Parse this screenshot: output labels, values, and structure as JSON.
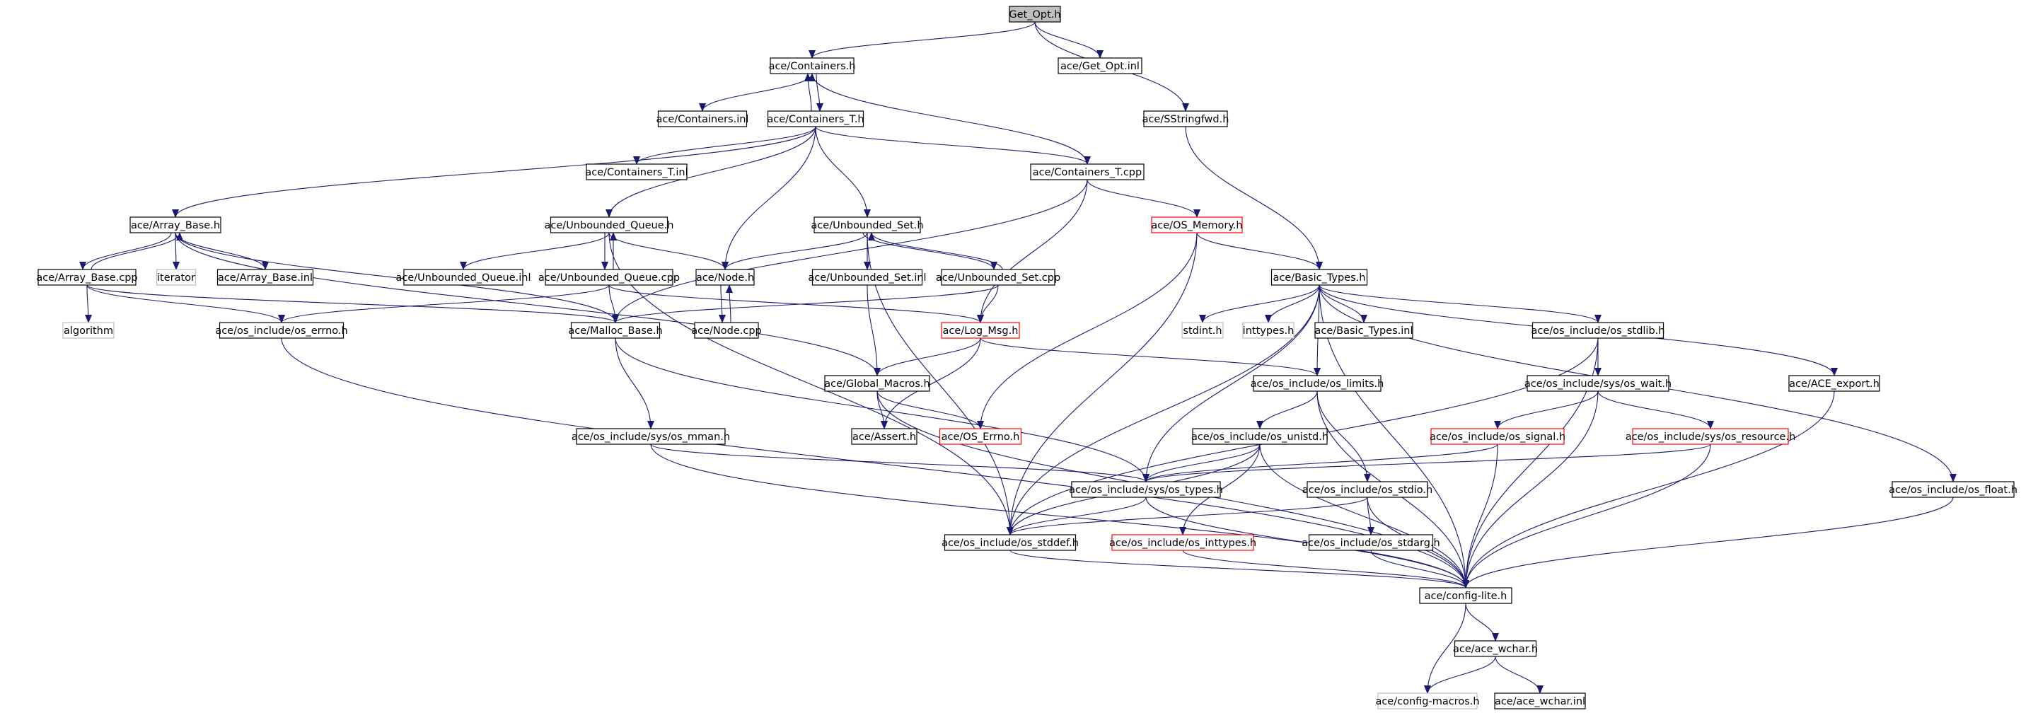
{
  "colors": {
    "edge": "#191970",
    "border_normal": "#000000",
    "border_truncated": "#ff0000",
    "border_external": "#bfbfbf",
    "fill_normal": "#ffffff",
    "fill_root": "#bfbfbf",
    "text": "#000000"
  },
  "nodes": [
    {
      "id": "get_opt_h",
      "label": "Get_Opt.h",
      "kind": "root"
    },
    {
      "id": "containers_h",
      "label": "ace/Containers.h",
      "kind": "normal"
    },
    {
      "id": "get_opt_inl",
      "label": "ace/Get_Opt.inl",
      "kind": "normal"
    },
    {
      "id": "containers_inl",
      "label": "ace/Containers.inl",
      "kind": "normal"
    },
    {
      "id": "containers_t_h",
      "label": "ace/Containers_T.h",
      "kind": "normal"
    },
    {
      "id": "sstringfwd_h",
      "label": "ace/SStringfwd.h",
      "kind": "normal"
    },
    {
      "id": "containers_t_inl",
      "label": "ace/Containers_T.inl",
      "kind": "normal"
    },
    {
      "id": "containers_t_cpp",
      "label": "ace/Containers_T.cpp",
      "kind": "normal"
    },
    {
      "id": "array_base_h",
      "label": "ace/Array_Base.h",
      "kind": "normal"
    },
    {
      "id": "unbounded_queue_h",
      "label": "ace/Unbounded_Queue.h",
      "kind": "normal"
    },
    {
      "id": "unbounded_set_h",
      "label": "ace/Unbounded_Set.h",
      "kind": "normal"
    },
    {
      "id": "os_memory_h",
      "label": "ace/OS_Memory.h",
      "kind": "truncated"
    },
    {
      "id": "array_base_cpp",
      "label": "ace/Array_Base.cpp",
      "kind": "normal"
    },
    {
      "id": "iterator",
      "label": "iterator",
      "kind": "external"
    },
    {
      "id": "array_base_inl",
      "label": "ace/Array_Base.inl",
      "kind": "normal"
    },
    {
      "id": "unbounded_queue_inl",
      "label": "ace/Unbounded_Queue.inl",
      "kind": "normal"
    },
    {
      "id": "unbounded_queue_cpp",
      "label": "ace/Unbounded_Queue.cpp",
      "kind": "normal"
    },
    {
      "id": "node_h",
      "label": "ace/Node.h",
      "kind": "normal"
    },
    {
      "id": "unbounded_set_inl",
      "label": "ace/Unbounded_Set.inl",
      "kind": "normal"
    },
    {
      "id": "unbounded_set_cpp",
      "label": "ace/Unbounded_Set.cpp",
      "kind": "normal"
    },
    {
      "id": "basic_types_h",
      "label": "ace/Basic_Types.h",
      "kind": "normal"
    },
    {
      "id": "algorithm",
      "label": "algorithm",
      "kind": "external"
    },
    {
      "id": "os_errno_h",
      "label": "ace/os_include/os_errno.h",
      "kind": "normal"
    },
    {
      "id": "malloc_base_h",
      "label": "ace/Malloc_Base.h",
      "kind": "normal"
    },
    {
      "id": "node_cpp",
      "label": "ace/Node.cpp",
      "kind": "normal"
    },
    {
      "id": "log_msg_h",
      "label": "ace/Log_Msg.h",
      "kind": "truncated"
    },
    {
      "id": "stdint_h",
      "label": "stdint.h",
      "kind": "external"
    },
    {
      "id": "inttypes_h",
      "label": "inttypes.h",
      "kind": "external"
    },
    {
      "id": "basic_types_inl",
      "label": "ace/Basic_Types.inl",
      "kind": "normal"
    },
    {
      "id": "os_stdlib_h",
      "label": "ace/os_include/os_stdlib.h",
      "kind": "normal"
    },
    {
      "id": "global_macros_h",
      "label": "ace/Global_Macros.h",
      "kind": "normal"
    },
    {
      "id": "os_limits_h",
      "label": "ace/os_include/os_limits.h",
      "kind": "normal"
    },
    {
      "id": "os_wait_h",
      "label": "ace/os_include/sys/os_wait.h",
      "kind": "normal"
    },
    {
      "id": "ace_export_h",
      "label": "ace/ACE_export.h",
      "kind": "normal"
    },
    {
      "id": "os_mman_h",
      "label": "ace/os_include/sys/os_mman.h",
      "kind": "normal"
    },
    {
      "id": "assert_h",
      "label": "ace/Assert.h",
      "kind": "normal"
    },
    {
      "id": "os_errno_ace_h",
      "label": "ace/OS_Errno.h",
      "kind": "truncated"
    },
    {
      "id": "os_unistd_h",
      "label": "ace/os_include/os_unistd.h",
      "kind": "normal"
    },
    {
      "id": "os_signal_h",
      "label": "ace/os_include/os_signal.h",
      "kind": "truncated"
    },
    {
      "id": "os_resource_h",
      "label": "ace/os_include/sys/os_resource.h",
      "kind": "truncated"
    },
    {
      "id": "os_types_h",
      "label": "ace/os_include/sys/os_types.h",
      "kind": "normal"
    },
    {
      "id": "os_stdio_h",
      "label": "ace/os_include/os_stdio.h",
      "kind": "normal"
    },
    {
      "id": "os_float_h",
      "label": "ace/os_include/os_float.h",
      "kind": "normal"
    },
    {
      "id": "os_stddef_h",
      "label": "ace/os_include/os_stddef.h",
      "kind": "normal"
    },
    {
      "id": "os_inttypes_h",
      "label": "ace/os_include/os_inttypes.h",
      "kind": "truncated"
    },
    {
      "id": "os_stdarg_h",
      "label": "ace/os_include/os_stdarg.h",
      "kind": "normal"
    },
    {
      "id": "config_lite_h",
      "label": "ace/config-lite.h",
      "kind": "normal"
    },
    {
      "id": "ace_wchar_h",
      "label": "ace/ace_wchar.h",
      "kind": "normal"
    },
    {
      "id": "config_macros_h",
      "label": "ace/config-macros.h",
      "kind": "external"
    },
    {
      "id": "ace_wchar_inl",
      "label": "ace/ace_wchar.inl",
      "kind": "normal"
    }
  ],
  "edges": [
    [
      "get_opt_h",
      "containers_h"
    ],
    [
      "get_opt_h",
      "get_opt_inl"
    ],
    [
      "get_opt_h",
      "sstringfwd_h"
    ],
    [
      "containers_h",
      "containers_inl"
    ],
    [
      "containers_h",
      "containers_t_h"
    ],
    [
      "containers_t_h",
      "containers_h"
    ],
    [
      "containers_t_h",
      "containers_t_inl"
    ],
    [
      "containers_t_h",
      "containers_t_cpp"
    ],
    [
      "containers_t_h",
      "array_base_h"
    ],
    [
      "containers_t_h",
      "unbounded_queue_h"
    ],
    [
      "containers_t_h",
      "unbounded_set_h"
    ],
    [
      "containers_t_h",
      "node_h"
    ],
    [
      "containers_t_cpp",
      "containers_h"
    ],
    [
      "containers_t_cpp",
      "os_memory_h"
    ],
    [
      "containers_t_cpp",
      "malloc_base_h"
    ],
    [
      "containers_t_cpp",
      "log_msg_h"
    ],
    [
      "sstringfwd_h",
      "basic_types_h"
    ],
    [
      "array_base_h",
      "array_base_cpp"
    ],
    [
      "array_base_h",
      "iterator"
    ],
    [
      "array_base_h",
      "array_base_inl"
    ],
    [
      "array_base_h",
      "malloc_base_h"
    ],
    [
      "array_base_h",
      "global_macros_h"
    ],
    [
      "array_base_cpp",
      "array_base_h"
    ],
    [
      "array_base_cpp",
      "algorithm"
    ],
    [
      "array_base_cpp",
      "os_errno_h"
    ],
    [
      "array_base_cpp",
      "malloc_base_h"
    ],
    [
      "unbounded_queue_h",
      "unbounded_queue_inl"
    ],
    [
      "unbounded_queue_h",
      "unbounded_queue_cpp"
    ],
    [
      "unbounded_queue_h",
      "node_h"
    ],
    [
      "unbounded_queue_h",
      "os_stddef_h"
    ],
    [
      "unbounded_queue_cpp",
      "unbounded_queue_h"
    ],
    [
      "unbounded_queue_cpp",
      "malloc_base_h"
    ],
    [
      "unbounded_queue_cpp",
      "log_msg_h"
    ],
    [
      "unbounded_queue_cpp",
      "os_errno_h"
    ],
    [
      "unbounded_set_h",
      "node_h"
    ],
    [
      "unbounded_set_h",
      "unbounded_set_inl"
    ],
    [
      "unbounded_set_h",
      "unbounded_set_cpp"
    ],
    [
      "unbounded_set_h",
      "os_stddef_h"
    ],
    [
      "unbounded_set_cpp",
      "unbounded_set_h"
    ],
    [
      "unbounded_set_cpp",
      "malloc_base_h"
    ],
    [
      "unbounded_set_cpp",
      "log_msg_h"
    ],
    [
      "unbounded_set_inl",
      "global_macros_h"
    ],
    [
      "node_h",
      "node_cpp"
    ],
    [
      "node_cpp",
      "node_h"
    ],
    [
      "os_memory_h",
      "basic_types_h"
    ],
    [
      "os_memory_h",
      "os_stddef_h"
    ],
    [
      "os_memory_h",
      "os_errno_ace_h"
    ],
    [
      "basic_types_h",
      "stdint_h"
    ],
    [
      "basic_types_h",
      "inttypes_h"
    ],
    [
      "basic_types_h",
      "basic_types_inl"
    ],
    [
      "basic_types_h",
      "os_stdlib_h"
    ],
    [
      "basic_types_h",
      "ace_export_h"
    ],
    [
      "basic_types_h",
      "os_limits_h"
    ],
    [
      "basic_types_h",
      "os_types_h"
    ],
    [
      "basic_types_h",
      "os_float_h"
    ],
    [
      "basic_types_h",
      "config_lite_h"
    ],
    [
      "basic_types_h",
      "os_stddef_h"
    ],
    [
      "malloc_base_h",
      "os_mman_h"
    ],
    [
      "malloc_base_h",
      "os_types_h"
    ],
    [
      "log_msg_h",
      "global_macros_h"
    ],
    [
      "log_msg_h",
      "assert_h"
    ],
    [
      "log_msg_h",
      "os_limits_h"
    ],
    [
      "global_macros_h",
      "assert_h"
    ],
    [
      "global_macros_h",
      "os_errno_ace_h"
    ],
    [
      "global_macros_h",
      "config_lite_h"
    ],
    [
      "os_errno_h",
      "config_lite_h"
    ],
    [
      "os_stdlib_h",
      "os_wait_h"
    ],
    [
      "os_stdlib_h",
      "config_lite_h"
    ],
    [
      "os_stdlib_h",
      "os_stddef_h"
    ],
    [
      "os_wait_h",
      "os_signal_h"
    ],
    [
      "os_wait_h",
      "os_resource_h"
    ],
    [
      "os_wait_h",
      "config_lite_h"
    ],
    [
      "os_limits_h",
      "os_unistd_h"
    ],
    [
      "os_limits_h",
      "os_stdio_h"
    ],
    [
      "os_limits_h",
      "config_lite_h"
    ],
    [
      "ace_export_h",
      "config_lite_h"
    ],
    [
      "os_mman_h",
      "os_types_h"
    ],
    [
      "os_mman_h",
      "config_lite_h"
    ],
    [
      "os_unistd_h",
      "os_types_h"
    ],
    [
      "os_unistd_h",
      "os_inttypes_h"
    ],
    [
      "os_unistd_h",
      "config_lite_h"
    ],
    [
      "os_unistd_h",
      "os_stddef_h"
    ],
    [
      "os_signal_h",
      "os_types_h"
    ],
    [
      "os_signal_h",
      "config_lite_h"
    ],
    [
      "os_resource_h",
      "os_types_h"
    ],
    [
      "os_resource_h",
      "config_lite_h"
    ],
    [
      "os_types_h",
      "os_stddef_h"
    ],
    [
      "os_types_h",
      "config_lite_h"
    ],
    [
      "os_stdio_h",
      "os_stdarg_h"
    ],
    [
      "os_stdio_h",
      "config_lite_h"
    ],
    [
      "os_stdio_h",
      "os_stddef_h"
    ],
    [
      "os_float_h",
      "config_lite_h"
    ],
    [
      "os_stddef_h",
      "config_lite_h"
    ],
    [
      "os_inttypes_h",
      "config_lite_h"
    ],
    [
      "os_stdarg_h",
      "config_lite_h"
    ],
    [
      "config_lite_h",
      "ace_wchar_h"
    ],
    [
      "config_lite_h",
      "config_macros_h"
    ],
    [
      "ace_wchar_h",
      "config_macros_h"
    ],
    [
      "ace_wchar_h",
      "ace_wchar_inl"
    ]
  ]
}
